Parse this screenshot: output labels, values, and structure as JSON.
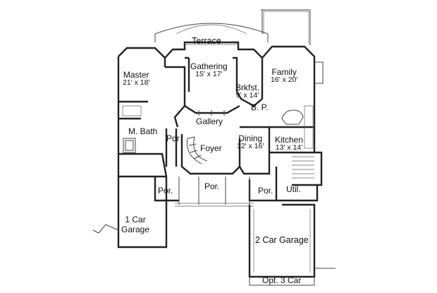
{
  "plan": {
    "rooms": [
      {
        "id": "terrace",
        "name": "Terrace",
        "dims": ""
      },
      {
        "id": "master",
        "name": "Master",
        "dims": "21' x 18'"
      },
      {
        "id": "gathering",
        "name": "Gathering",
        "dims": "15' x 17'"
      },
      {
        "id": "brkfst",
        "name": "Brkfst.",
        "dims": "9' x 14'"
      },
      {
        "id": "family",
        "name": "Family",
        "dims": "16' x 20'"
      },
      {
        "id": "bp",
        "name": "B. P.",
        "dims": ""
      },
      {
        "id": "gallery",
        "name": "Gallery",
        "dims": ""
      },
      {
        "id": "mbath",
        "name": "M. Bath",
        "dims": ""
      },
      {
        "id": "pdr",
        "name": "Pdr",
        "dims": ""
      },
      {
        "id": "foyer",
        "name": "Foyer",
        "dims": ""
      },
      {
        "id": "dining",
        "name": "Dining",
        "dims": "12' x 16'"
      },
      {
        "id": "kitchen",
        "name": "Kitchen",
        "dims": "13' x 14'"
      },
      {
        "id": "por_left",
        "name": "Por.",
        "dims": ""
      },
      {
        "id": "por_center",
        "name": "Por.",
        "dims": ""
      },
      {
        "id": "por_right",
        "name": "Por.",
        "dims": ""
      },
      {
        "id": "util",
        "name": "Util.",
        "dims": ""
      },
      {
        "id": "garage1",
        "name": "1 Car\nGarage",
        "dims": ""
      },
      {
        "id": "garage2",
        "name": "2 Car Garage",
        "dims": ""
      },
      {
        "id": "garage3",
        "name": "Opt. 3 Car",
        "dims": ""
      }
    ]
  }
}
